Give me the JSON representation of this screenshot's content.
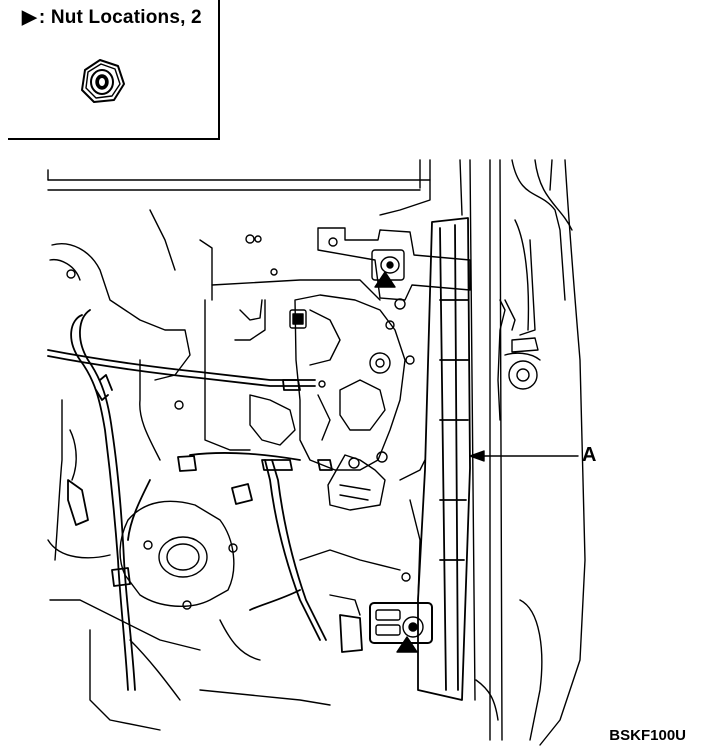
{
  "legend": {
    "arrow_symbol": "▶",
    "text": ": Nut Locations, 2"
  },
  "callouts": {
    "a": "A"
  },
  "figure_code": "BSKF100U",
  "colors": {
    "line": "#000000",
    "background": "#ffffff"
  }
}
